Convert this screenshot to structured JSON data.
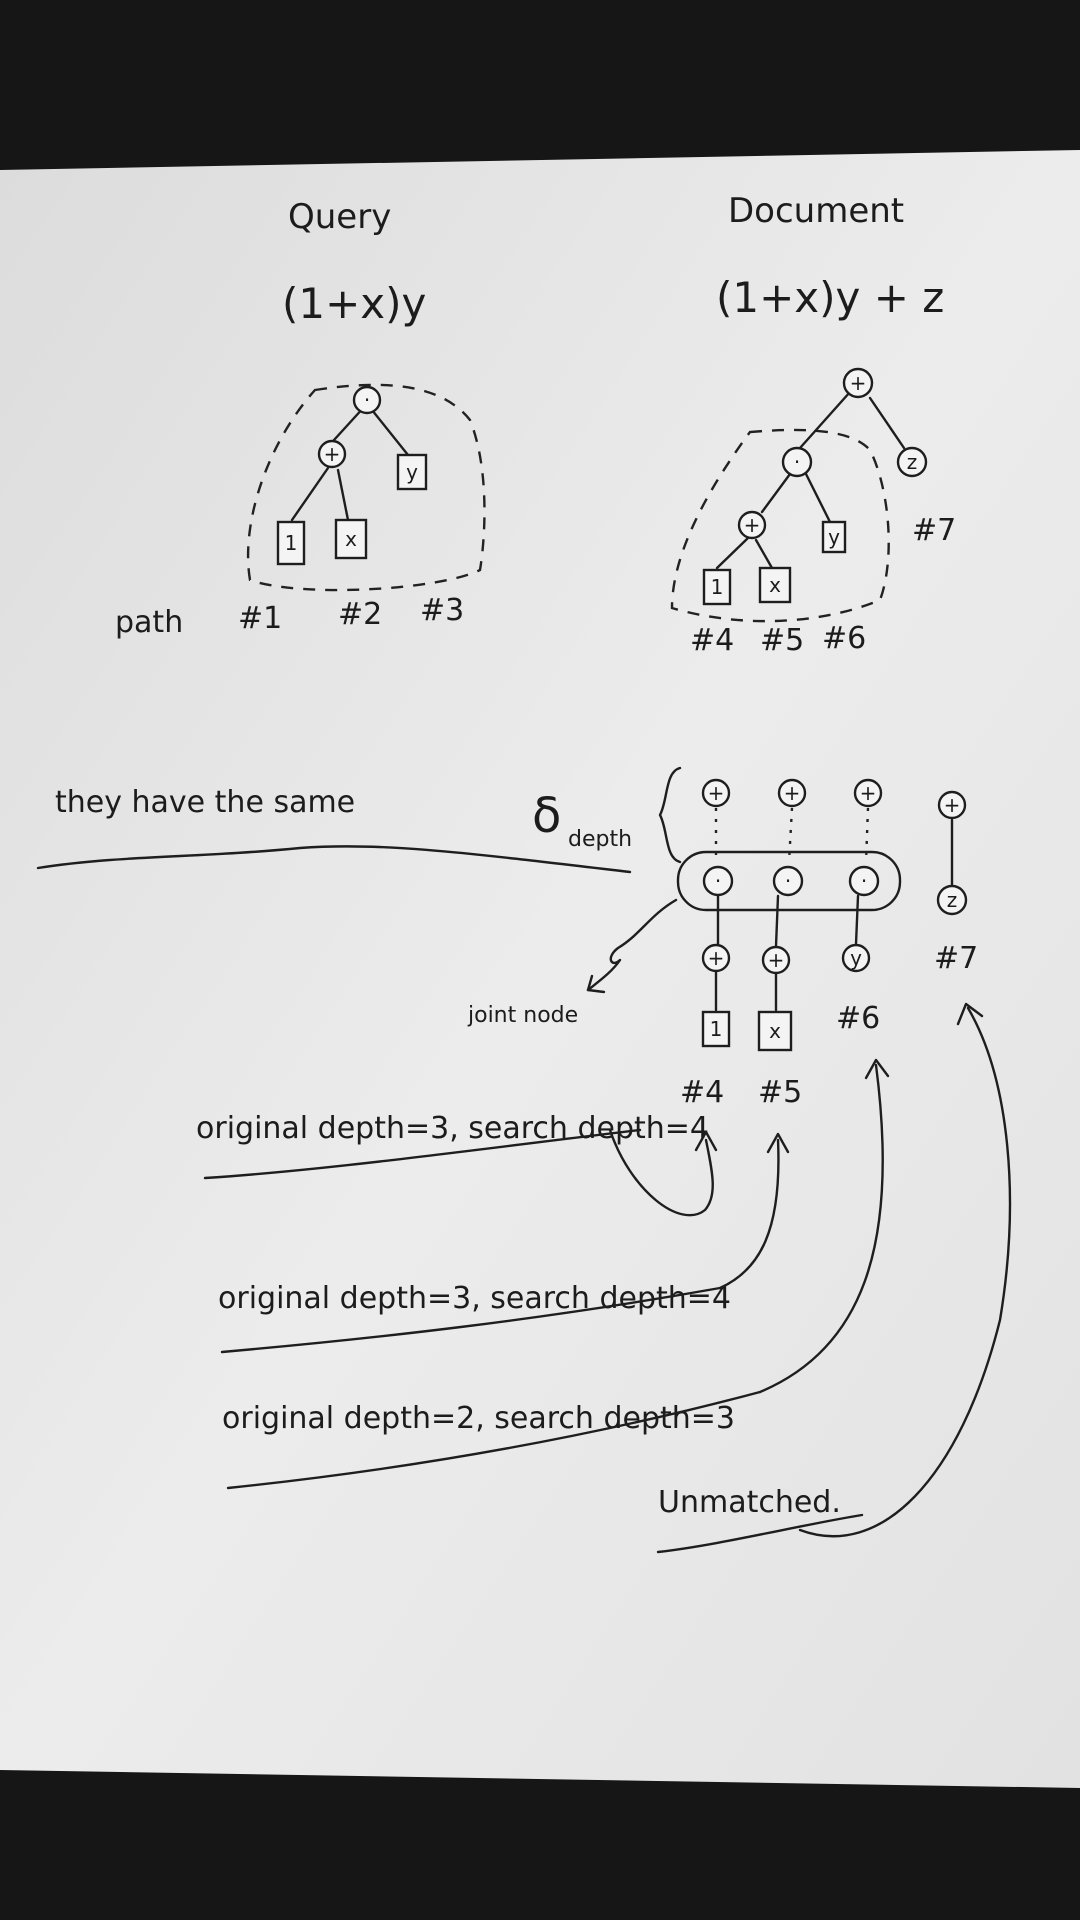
{
  "query": {
    "heading": "Query",
    "expression": "(1+x)y",
    "tree": {
      "root": "·",
      "plus": "+",
      "leaf_one": "1",
      "leaf_x": "x",
      "leaf_y": "y"
    },
    "path_label": "path",
    "paths": [
      "#1",
      "#2",
      "#3"
    ]
  },
  "document": {
    "heading": "Document",
    "expression": "(1+x)y + z",
    "tree": {
      "root": "+",
      "times": "·",
      "plus": "+",
      "leaf_one": "1",
      "leaf_x": "x",
      "leaf_y": "y",
      "leaf_z": "z"
    },
    "paths": [
      "#4",
      "#5",
      "#6",
      "#7"
    ]
  },
  "annotation": {
    "same_text": "they have the same",
    "delta_symbol": "δ",
    "delta_subscript": "depth",
    "joint_node": "joint node",
    "columns": [
      {
        "top": "+",
        "mid": "·",
        "low": "+",
        "leaf": "1",
        "label": "#4"
      },
      {
        "top": "+",
        "mid": "·",
        "low": "+",
        "leaf": "x",
        "label": "#5"
      },
      {
        "top": "+",
        "mid": "·",
        "low": "y",
        "leaf": "",
        "label": "#6"
      },
      {
        "top": "+",
        "mid": "z",
        "low": "",
        "leaf": "",
        "label": "#7"
      }
    ],
    "results": [
      "original depth=3, search depth=4",
      "original depth=3, search depth=4",
      "original depth=2, search depth=3"
    ],
    "unmatched": "Unmatched."
  }
}
